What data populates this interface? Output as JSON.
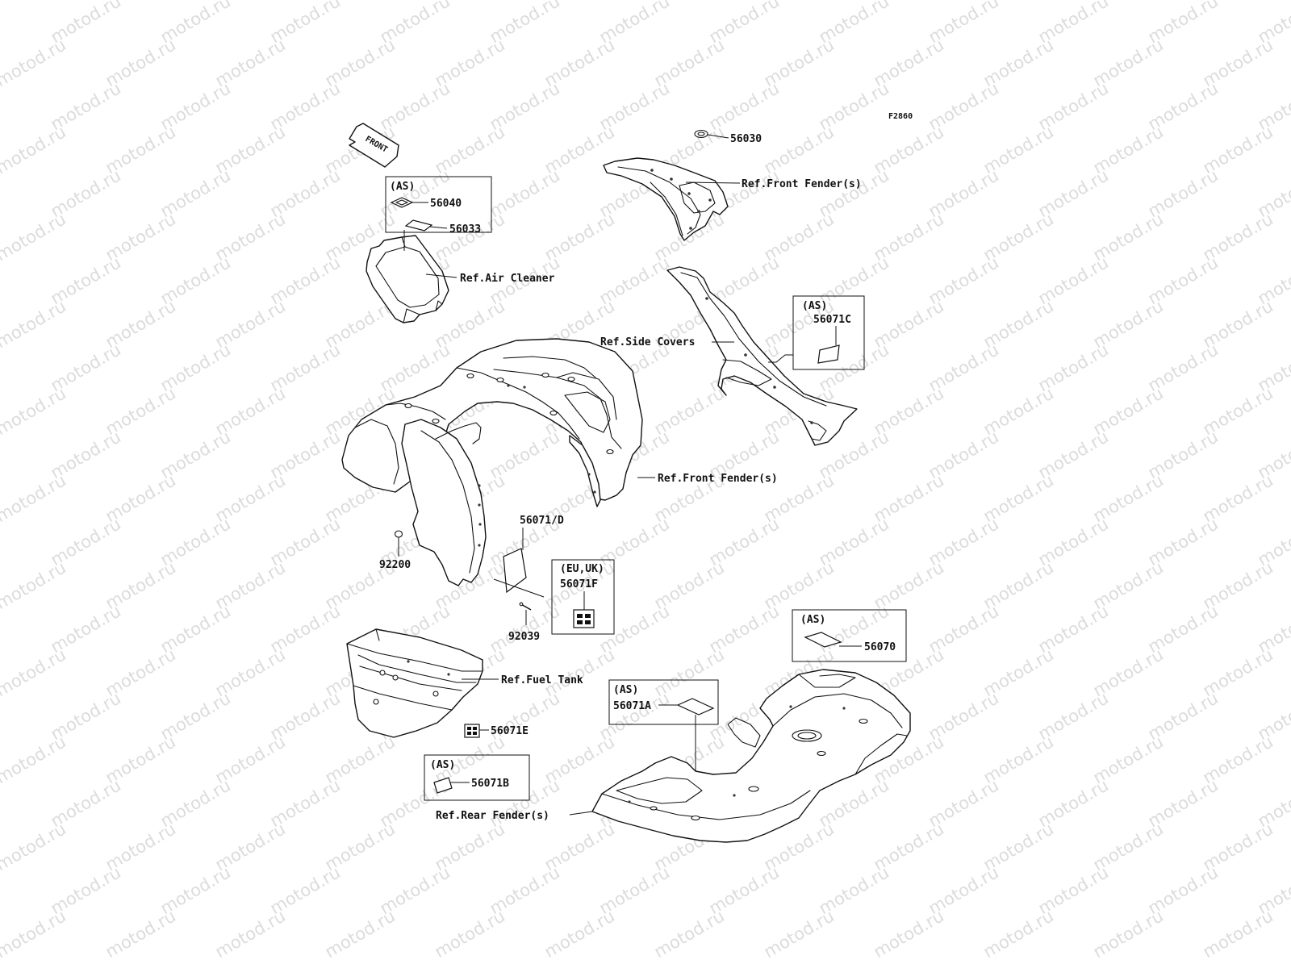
{
  "watermark": {
    "text": "motod.ru"
  },
  "diagram_code": "F2860",
  "front_arrow": {
    "label": "FRONT"
  },
  "groups": {
    "air_cleaner": {
      "tag": "(AS)",
      "decal_top": "56040",
      "decal_bottom": "56033",
      "ref": "Ref.Air Cleaner"
    },
    "front_fender_top": {
      "cap": "56030",
      "ref": "Ref.Front Fender(s)"
    },
    "side_covers": {
      "tag": "(AS)",
      "decal": "56071C",
      "ref": "Ref.Side Covers"
    },
    "front_fender_main": {
      "ref": "Ref.Front Fender(s)",
      "decal": "56071/D",
      "nut": "92200",
      "clamp": "92039"
    },
    "eu_uk": {
      "tag": "(EU,UK)",
      "decal": "56071F"
    },
    "fuel_tank": {
      "ref": "Ref.Fuel Tank",
      "decal": "56071E"
    },
    "rear_fender": {
      "ref": "Ref.Rear Fender(s)",
      "box_56070": {
        "tag": "(AS)",
        "decal": "56070"
      },
      "box_56071a": {
        "tag": "(AS)",
        "decal": "56071A"
      },
      "box_56071b": {
        "tag": "(AS)",
        "decal": "56071B"
      }
    }
  }
}
